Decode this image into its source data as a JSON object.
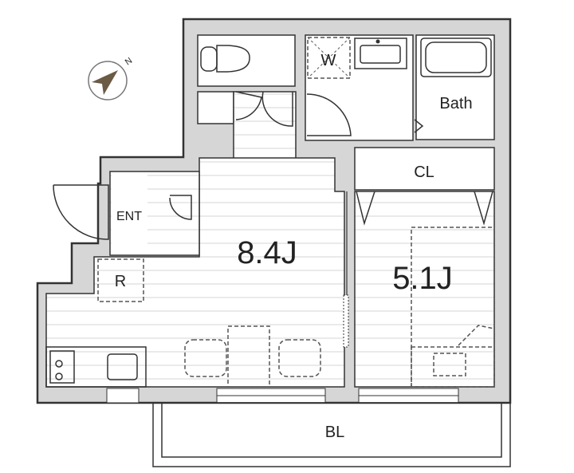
{
  "plan": {
    "compass_label": "N",
    "rooms": {
      "main_room": "8.4J",
      "bedroom": "5.1J",
      "closet": "CL",
      "bath": "Bath",
      "entrance": "ENT",
      "refrigerator": "R",
      "washer": "W",
      "balcony": "BL"
    }
  },
  "colors": {
    "wall": "#d6d6d6",
    "line": "#333333",
    "compass": "#6b5a44"
  }
}
